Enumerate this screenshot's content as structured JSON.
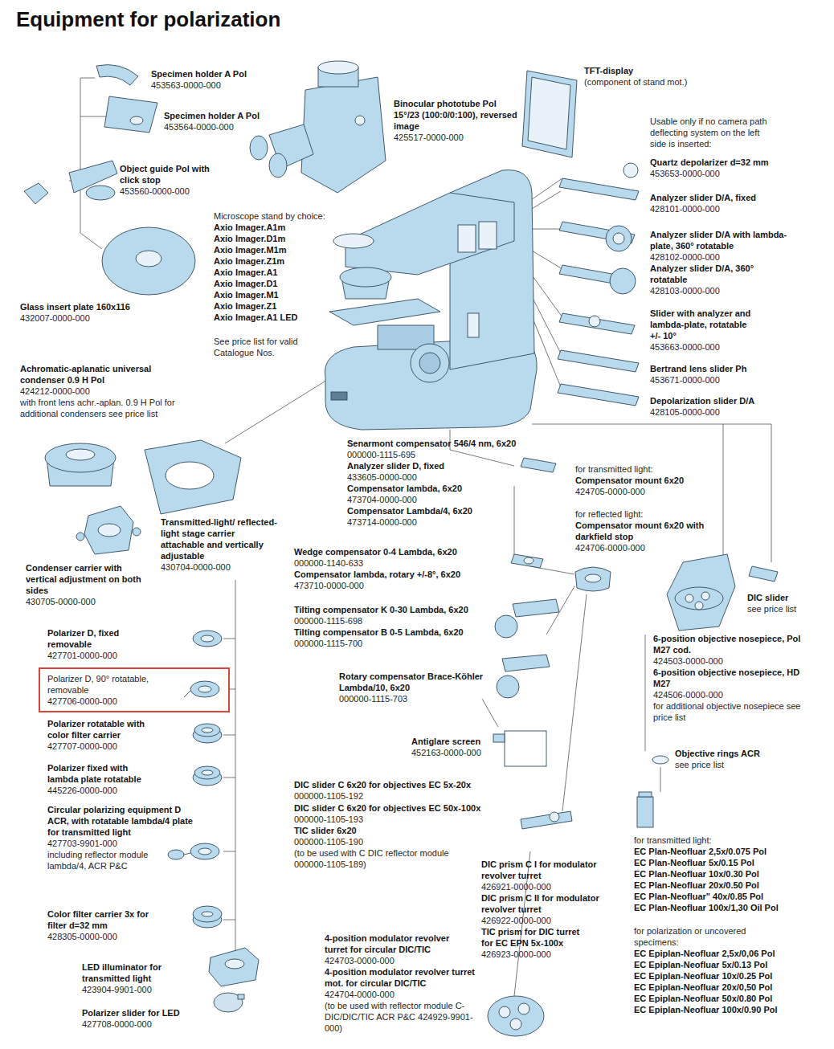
{
  "diagram": {
    "title": "Equipment for polarization",
    "nodes": [
      {
        "text": [
          "Polarizer D, 90° rotatable, removable",
          "427706-0000-000"
        ]
      }
    ],
    "labels": [
      "Specimen holder A Pol",
      "453563-0000-000",
      "Specimen holder A Pol",
      "453564-0000-000",
      "Object guide Pol with click stop",
      "453560-0000-000",
      "Glass insert plate 160x116",
      "432007-0000-000",
      "Achromatic-aplanatic universal condenser 0.9 H Pol",
      "424212-0000-000",
      "with front lens achr.-aplan. 0.9 H Pol for additional condensers see price list",
      "Binocular phototube Pol 15°/23 (100:0/0:100), reversed image",
      "425517-0000-000",
      "TFT-display",
      "(component of stand mot.)",
      "Microscope stand by choice:",
      "Axio Imager.A1m",
      "Axio Imager.D1m",
      "Axio Imager.M1m",
      "Axio Imager.Z1m",
      "Axio Imager.A1",
      "Axio Imager.D1",
      "Axio Imager.M1",
      "Axio Imager.Z1",
      "Axio Imager.A1 LED",
      "See price list for valid Catalogue Nos.",
      "Usable only if no camera path deflecting system on the left side is inserted:",
      "Quartz depolarizer d=32 mm",
      "453653-0000-000",
      "Analyzer slider D/A, fixed",
      "428101-0000-000",
      "Analyzer slider D/A with lambda-plate, 360° rotatable",
      "428102-0000-000",
      "Analyzer slider D/A, 360° rotatable",
      "428103-0000-000",
      "Slider with analyzer and lambda-plate, rotatable +/- 10°",
      "453663-0000-000",
      "Bertrand lens slider Ph",
      "453671-0000-000",
      "Depolarization slider D/A",
      "428105-0000-000",
      "Transmitted-light/ reflected-light stage carrier attachable and vertically adjustable",
      "430704-0000-000",
      "Condenser carrier with vertical adjustment on both sides",
      "430705-0000-000",
      "Senarmont compensator 546/4 nm, 6x20",
      "000000-1115-695",
      "Analyzer slider D, fixed",
      "433605-0000-000",
      "Compensator lambda, 6x20",
      "473704-0000-000",
      "Compensator Lambda/4, 6x20",
      "473714-0000-000",
      "Wedge compensator 0-4 Lambda, 6x20",
      "000000-1140-633",
      "Compensator lambda, rotary +/-8°, 6x20",
      "473710-0000-000",
      "Tilting compensator K 0-30 Lambda, 6x20",
      "000000-1115-698",
      "Tilting compensator B 0-5 Lambda, 6x20",
      "000000-1115-700",
      "Rotary compensator Brace-Köhler Lambda/10, 6x20",
      "000000-1115-703",
      "Antiglare screen",
      "452163-0000-000",
      "for transmitted light:",
      "Compensator mount 6x20",
      "424705-0000-000",
      "for reflected light:",
      "Compensator mount 6x20 with darkfield stop",
      "424706-0000-000",
      "DIC slider",
      "see price list",
      "6-position objective nosepiece, Pol M27 cod.",
      "424503-0000-000",
      "6-position objective nosepiece, HD M27",
      "424506-0000-000",
      "for additional objective nosepiece see price list",
      "Objective rings ACR",
      "see price list",
      "Polarizer D, fixed removable",
      "427701-0000-000",
      "Polarizer rotatable with color filter carrier",
      "427707-0000-000",
      "Polarizer fixed with lambda plate rotatable",
      "445226-0000-000",
      "Circular polarizing equipment D ACR, with rotatable lambda/4 plate for transmitted light",
      "427703-9901-000",
      "including reflector module lambda/4, ACR P&C",
      "Color filter carrier 3x for filter d=32 mm",
      "428305-0000-000",
      "LED illuminator for transmitted light",
      "423904-9901-000",
      "Polarizer slider for LED",
      "427708-0000-000",
      "DIC slider C 6x20 for objectives EC 5x-20x",
      "000000-1105-192",
      "DIC slider C 6x20 for objectives EC 50x-100x",
      "000000-1105-193",
      "TIC slider 6x20",
      "000000-1105-190",
      "(to be used with C DIC reflector module 000000-1105-189)",
      "DIC prism C I for modulator revolver turret",
      "426921-0000-000",
      "DIC prism C II for modulator revolver turret",
      "426922-0000-000",
      "TIC prism for DIC turret for EC EPN 5x-100x",
      "426923-0000-000",
      "4-position modulator revolver turret for circular DIC/TIC",
      "424703-0000-000",
      "4-position modulator revolver turret mot. for circular DIC/TIC",
      "424704-0000-000",
      "(to be used with reflector module C-DIC/DIC/TIC ACR P&C 424929-9901-000)",
      "for transmitted light:",
      "EC Plan-Neofluar 2,5x/0.075 Pol",
      "EC Plan-Neofluar 5x/0.15 Pol",
      "EC Plan-Neofluar 10x/0.30 Pol",
      "EC Plan-Neofluar 20x/0.50 Pol",
      "EC Plan-Neofluar\" 40x/0.85 Pol",
      "EC Plan-Neofluar 100x/1,30 Oil Pol",
      "for polarization or uncovered specimens:",
      "EC Epiplan-Neofluar 2,5x/0,06 Pol",
      "EC Epiplan-Neofluar 5x/0.13 Pol",
      "EC Epiplan-Neofluar 10x/0.25 Pol",
      "EC Epiplan-Neofluar 20x/0,50 Pol",
      "EC Epiplan-Neofluar 50x/0.80 Pol",
      "EC Epiplan-Neofluar 100x/0.90 Pol"
    ]
  }
}
